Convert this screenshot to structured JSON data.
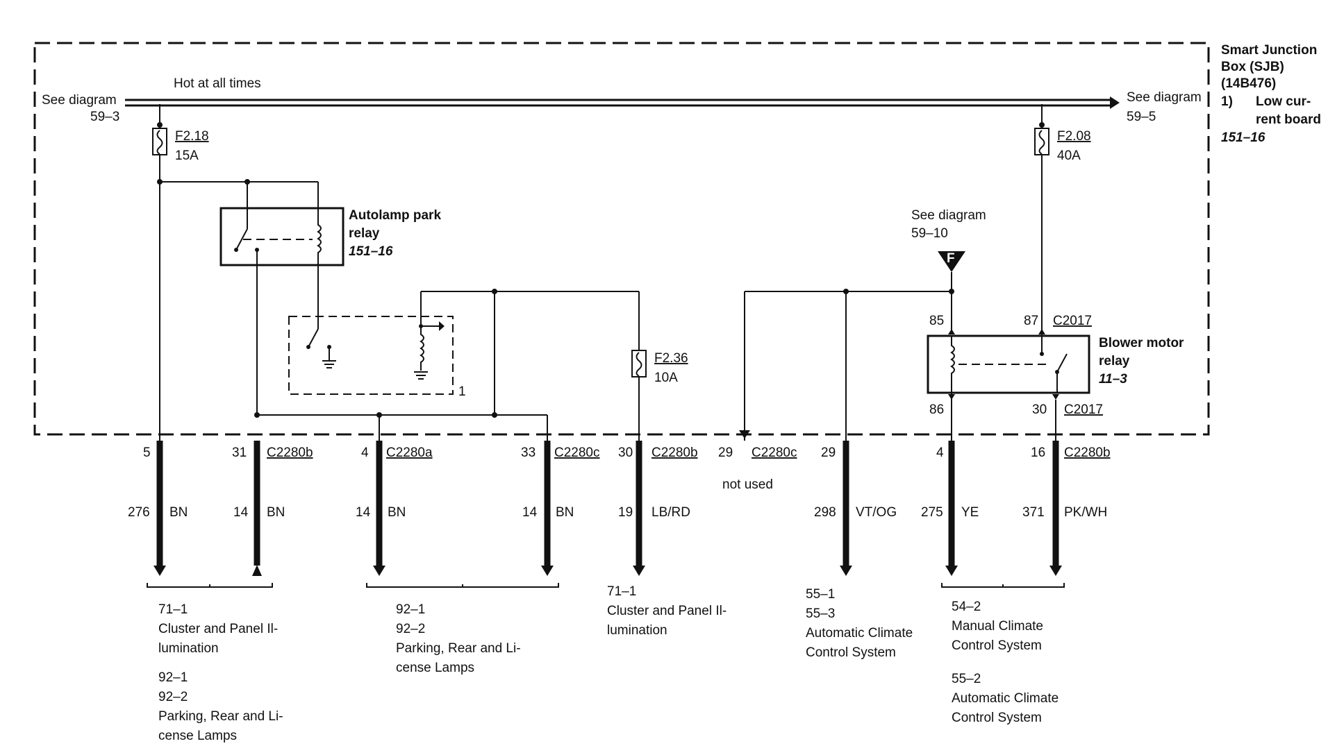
{
  "sjb": {
    "title_lines": [
      "Smart Junction",
      "Box (SJB)",
      "(14B476)"
    ],
    "note_num": "1)",
    "note_lines": [
      "Low cur-",
      "rent board"
    ],
    "ref": "151–16"
  },
  "bus": {
    "label": "Hot at all times",
    "left_see": "See diagram",
    "left_ref": "59–3",
    "right_see": "See diagram",
    "right_ref": "59–5"
  },
  "fuses": {
    "f218": {
      "name": "F2.18",
      "rating": "15A"
    },
    "f208": {
      "name": "F2.08",
      "rating": "40A"
    },
    "f236": {
      "name": "F2.36",
      "rating": "10A"
    }
  },
  "autolamp_relay": {
    "lines": [
      "Autolamp park",
      "relay"
    ],
    "ref": "151–16"
  },
  "dashed_module_label": "1",
  "ground_ref": {
    "see": "See diagram",
    "ref": "59–10",
    "symbol": "F"
  },
  "blower_relay": {
    "lines": [
      "Blower motor",
      "relay"
    ],
    "ref": "11–3",
    "pins": {
      "p85": "85",
      "p87": "87",
      "p86": "86",
      "p30": "30"
    },
    "connector": "C2017"
  },
  "pins": [
    {
      "pin": "5",
      "connector": "",
      "circuit": "276",
      "color": "BN"
    },
    {
      "pin": "31",
      "connector": "C2280b",
      "circuit": "14",
      "color": "BN"
    },
    {
      "pin": "4",
      "connector": "C2280a",
      "circuit": "14",
      "color": "BN"
    },
    {
      "pin": "33",
      "connector": "C2280c",
      "circuit": "14",
      "color": "BN"
    },
    {
      "pin": "30",
      "connector": "C2280b",
      "circuit": "19",
      "color": "LB/RD"
    },
    {
      "pin": "29",
      "connector": "C2280c",
      "circuit": "",
      "color": ""
    },
    {
      "pin": "29",
      "connector": "",
      "circuit": "298",
      "color": "VT/OG"
    },
    {
      "pin": "4",
      "connector": "",
      "circuit": "275",
      "color": "YE"
    },
    {
      "pin": "16",
      "connector": "C2280b",
      "circuit": "371",
      "color": "PK/WH"
    }
  ],
  "not_used": "not used",
  "refs": {
    "g1": [
      "71–1",
      "Cluster and Panel Il-",
      "lumination"
    ],
    "g1b": [
      "92–1",
      "92–2",
      "Parking, Rear and Li-",
      "cense Lamps"
    ],
    "g2": [
      "92–1",
      "92–2",
      "Parking, Rear and Li-",
      "cense Lamps"
    ],
    "g3": [
      "71–1",
      "Cluster and Panel Il-",
      "lumination"
    ],
    "g4": [
      "55–1",
      "55–3",
      "Automatic Climate",
      "Control System"
    ],
    "g5": [
      "54–2",
      "Manual Climate",
      "Control System"
    ],
    "g5b": [
      "55–2",
      "Automatic Climate",
      "Control System"
    ]
  }
}
